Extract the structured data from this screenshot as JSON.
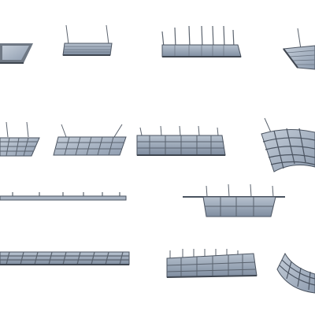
{
  "scene": {
    "background": "#ffffff",
    "description_colors": {
      "glass": "#a9b6c6",
      "glass_dark": "#7d8a9c",
      "frame": "#4a5360",
      "frame_light": "#8c96a3",
      "rod": "#5b636e"
    },
    "items": [
      {
        "name": "canopy-01"
      },
      {
        "name": "canopy-02"
      },
      {
        "name": "canopy-03"
      },
      {
        "name": "canopy-04"
      },
      {
        "name": "canopy-05"
      },
      {
        "name": "canopy-06"
      },
      {
        "name": "canopy-07"
      },
      {
        "name": "canopy-08"
      },
      {
        "name": "canopy-09"
      },
      {
        "name": "canopy-10"
      },
      {
        "name": "canopy-11"
      },
      {
        "name": "canopy-12"
      },
      {
        "name": "canopy-13"
      }
    ]
  }
}
